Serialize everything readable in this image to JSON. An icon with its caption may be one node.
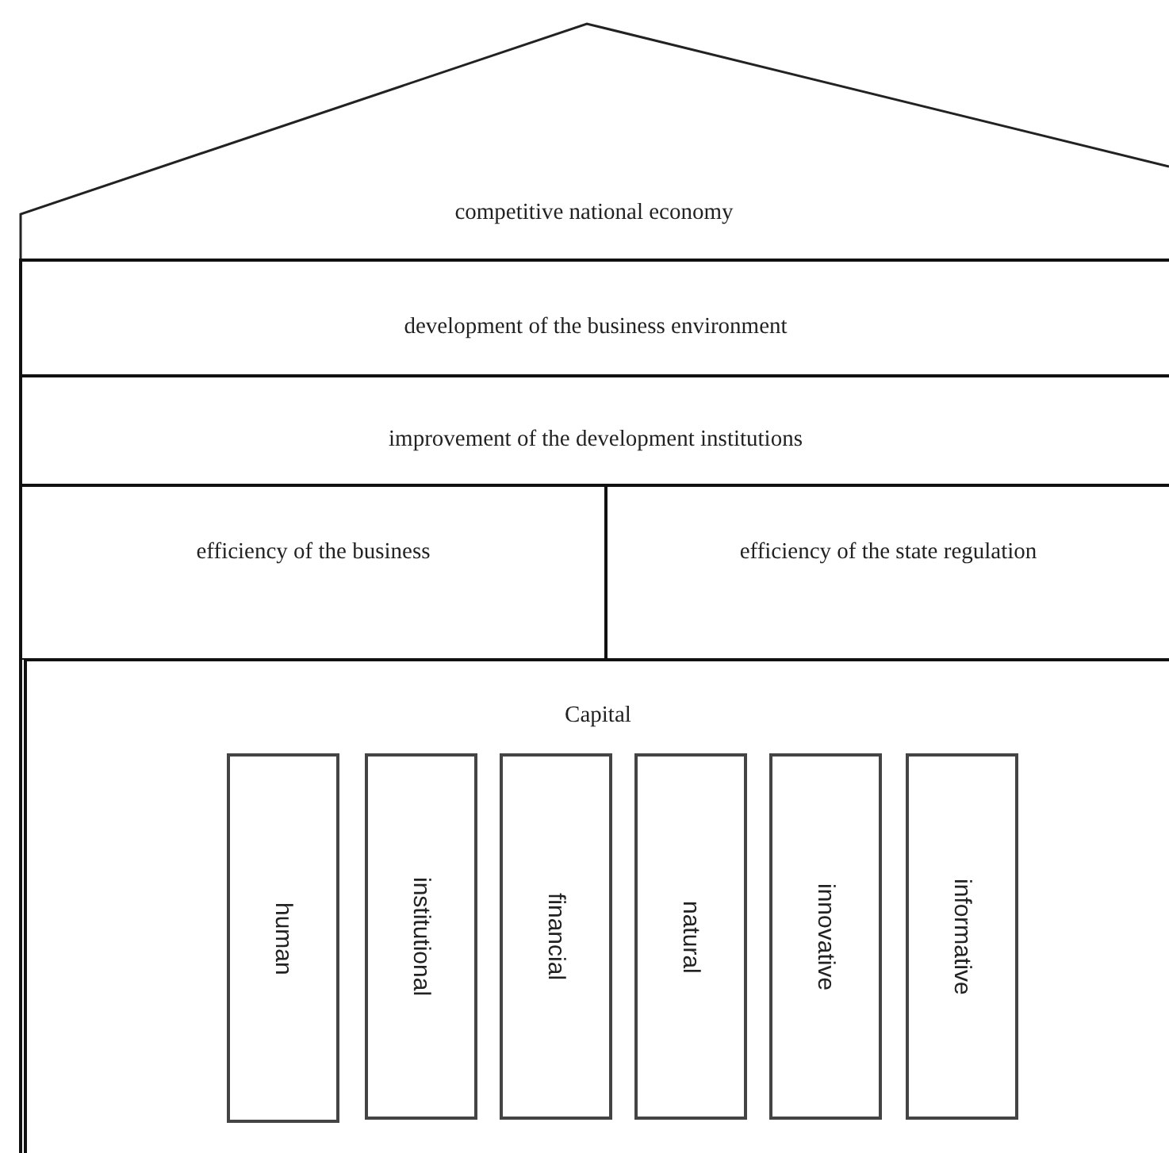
{
  "diagram": {
    "nodes": [
      {
        "text": [
          "competitive national economy"
        ]
      },
      {
        "text": [
          "development of the business environment"
        ]
      },
      {
        "text": [
          "improvement of the development institutions"
        ]
      },
      {
        "text": [
          "efficiency of the business"
        ]
      },
      {
        "text": [
          "efficiency of the state regulation"
        ]
      },
      {
        "text": [
          "Capital"
        ]
      },
      {
        "text": [
          "human"
        ],
        "in": 5
      },
      {
        "text": [
          "institutional"
        ],
        "in": 5
      },
      {
        "text": [
          "financial"
        ],
        "in": 5
      },
      {
        "text": [
          "natural"
        ],
        "in": 5
      },
      {
        "text": [
          "innovative"
        ],
        "in": 5
      },
      {
        "text": [
          "informative"
        ],
        "in": 5
      }
    ]
  }
}
